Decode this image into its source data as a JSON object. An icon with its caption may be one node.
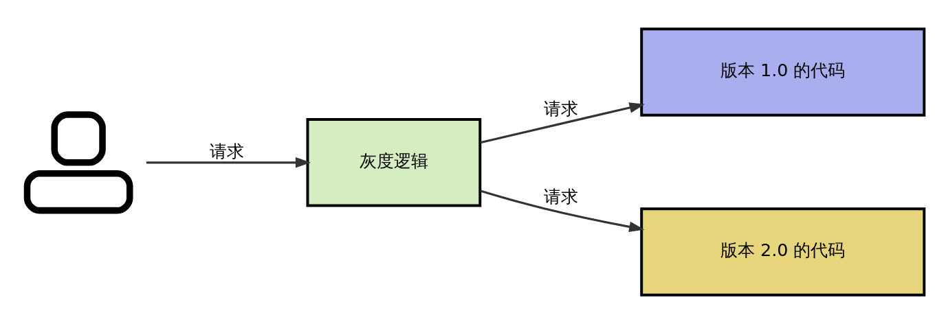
{
  "diagram": {
    "nodes": [
      {
        "text": [],
        "shape": "person"
      },
      {
        "text": [
          "灰度逻辑"
        ]
      },
      {
        "text": [
          "版本 1.0 的代码"
        ]
      },
      {
        "text": [
          "版本 2.0 的代码"
        ]
      }
    ],
    "edges": [
      {
        "from": 0,
        "to": 1,
        "arrow": "to",
        "label": "请求"
      },
      {
        "from": 1,
        "to": 2,
        "arrow": "to",
        "label": "请求"
      },
      {
        "from": 1,
        "to": 3,
        "arrow": "to",
        "label": "请求"
      }
    ]
  }
}
